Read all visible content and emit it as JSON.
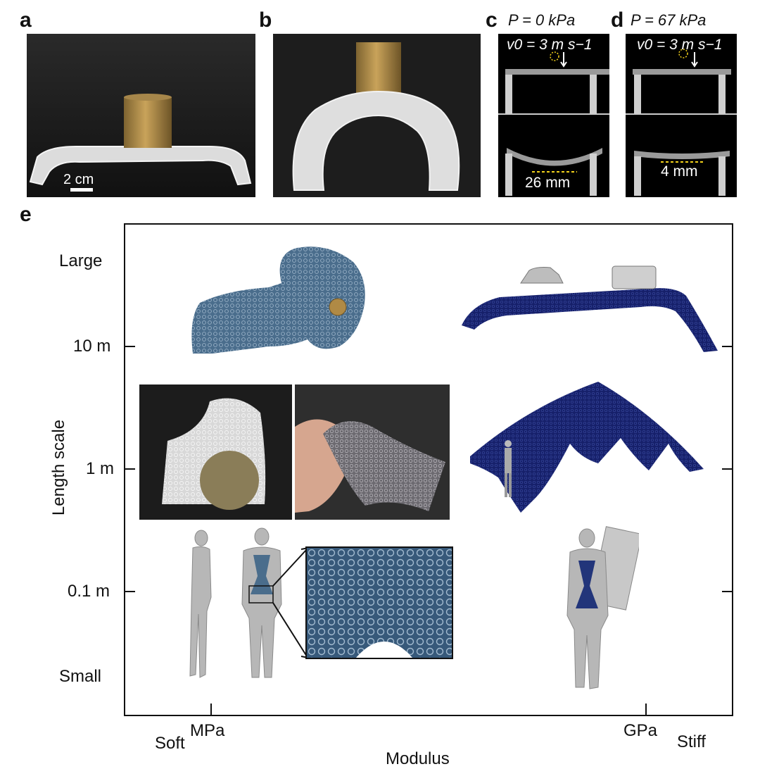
{
  "panels": {
    "a": {
      "letter": "a",
      "scale_bar_label": "2 cm"
    },
    "b": {
      "letter": "b"
    },
    "c": {
      "letter": "c",
      "pressure_label": "P = 0 kPa",
      "velocity_label": "v0 = 3 m s−1",
      "deflection_label": "26 mm"
    },
    "d": {
      "letter": "d",
      "pressure_label": "P = 67 kPa",
      "velocity_label": "v0 = 3 m s−1",
      "deflection_label": "4 mm"
    },
    "e": {
      "letter": "e"
    }
  },
  "plot_e": {
    "y_axis_title": "Length scale",
    "x_axis_title": "Modulus",
    "y_ticks": [
      "Large",
      "10 m",
      "1 m",
      "0.1 m",
      "Small"
    ],
    "x_ticks": [
      "MPa",
      "GPa"
    ],
    "x_end_labels": {
      "left": "Soft",
      "right": "Stiff"
    }
  },
  "colors": {
    "photo_background": "#1c1c1c",
    "fabric_white": "#e6e6e6",
    "chainmail_blue": "#4a6d8c",
    "sim_navy": "#16206a",
    "brass": "#b08a45",
    "annotation_yellow": "#f2d11b"
  }
}
